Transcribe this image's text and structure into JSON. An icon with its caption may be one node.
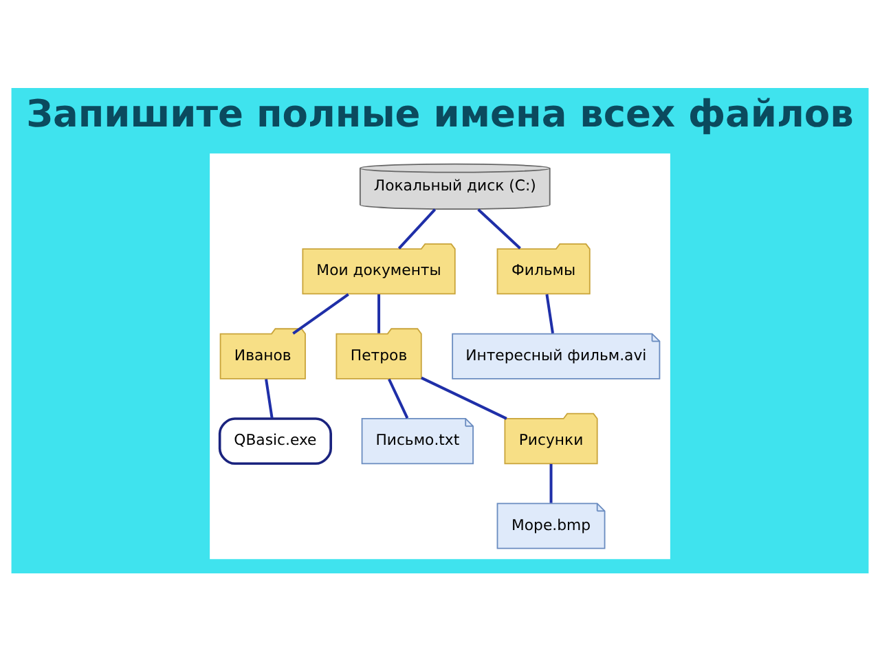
{
  "diagram": {
    "title": "Запишите полные имена всех файлов",
    "nodes": [
      {
        "text": [],
        "shape": "box"
      },
      {
        "text": [
          "Локальный диск (C:)"
        ],
        "in": 0
      },
      {
        "text": [
          "Мои документы"
        ],
        "in": 0
      },
      {
        "text": [
          "Фильмы"
        ],
        "in": 0
      },
      {
        "text": [
          "Иванов"
        ],
        "in": 0
      },
      {
        "text": [
          "Петров"
        ],
        "in": 0
      },
      {
        "text": [
          "Интересный фильм.avi"
        ],
        "in": 0
      },
      {
        "text": [
          "QBasic.exe"
        ],
        "in": 0
      },
      {
        "text": [
          "Письмо.txt"
        ],
        "in": 0
      },
      {
        "text": [
          "Рисунки"
        ],
        "in": 0
      },
      {
        "text": [
          "Море.bmp"
        ],
        "in": 0
      }
    ],
    "edges": [
      {
        "from": 1,
        "to": 2,
        "arrow": "none"
      },
      {
        "from": 1,
        "to": 3,
        "arrow": "none"
      },
      {
        "from": 2,
        "to": 4,
        "arrow": "none"
      },
      {
        "from": 2,
        "to": 5,
        "arrow": "none"
      },
      {
        "from": 3,
        "to": 6,
        "arrow": "none"
      },
      {
        "from": 4,
        "to": 7,
        "arrow": "none"
      },
      {
        "from": 5,
        "to": 8,
        "arrow": "none"
      },
      {
        "from": 5,
        "to": 9,
        "arrow": "none"
      },
      {
        "from": 9,
        "to": 10,
        "arrow": "none"
      }
    ]
  }
}
